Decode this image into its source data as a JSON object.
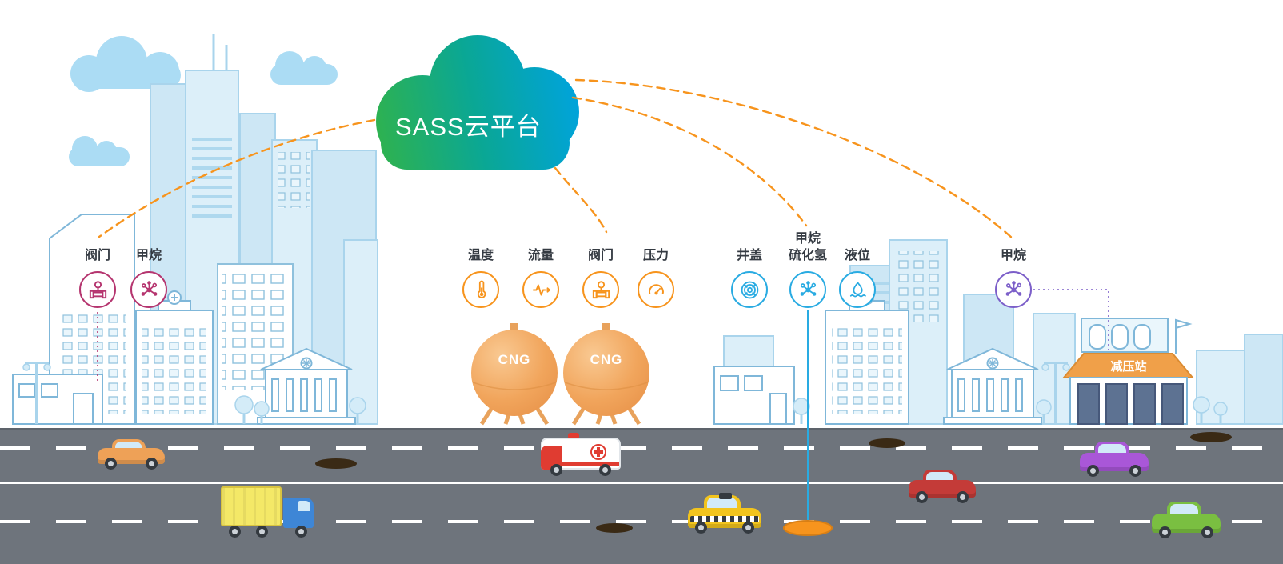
{
  "cloud": {
    "label": "SASS云平台",
    "gradient": [
      "#2fb24e",
      "#00a3dc"
    ]
  },
  "groups": {
    "city": {
      "color": "#b5356f",
      "sensors": [
        {
          "label": "阀门",
          "icon": "valve-icon"
        },
        {
          "label": "甲烷",
          "icon": "molecule-icon"
        }
      ]
    },
    "cng": {
      "color": "#f7941d",
      "sensors": [
        {
          "label": "温度",
          "icon": "thermometer-icon"
        },
        {
          "label": "流量",
          "icon": "flow-icon"
        },
        {
          "label": "阀门",
          "icon": "valve-icon"
        },
        {
          "label": "压力",
          "icon": "gauge-icon"
        }
      ]
    },
    "pipeline": {
      "color": "#29abe2",
      "sensors": [
        {
          "label": "井盖",
          "icon": "manhole-cover-icon"
        },
        {
          "label": "甲烷\n硫化氢",
          "icon": "molecule-icon"
        },
        {
          "label": "液位",
          "icon": "liquid-level-icon"
        }
      ]
    },
    "station": {
      "color": "#7c5fc9",
      "sensors": [
        {
          "label": "甲烷",
          "icon": "molecule-icon"
        }
      ]
    }
  },
  "tanks": {
    "left_label": "CNG",
    "right_label": "CNG"
  },
  "station_label": "减压站",
  "road": {
    "surface_color": "#6e747c",
    "marking_color": "#ffffff"
  },
  "vehicles": [
    {
      "type": "car",
      "color": "#eea157"
    },
    {
      "type": "truck",
      "color": "#f4e867"
    },
    {
      "type": "ambulance",
      "color": "#e03c31"
    },
    {
      "type": "taxi",
      "color": "#f2c41d"
    },
    {
      "type": "car",
      "color": "#c43b38"
    },
    {
      "type": "car",
      "color": "#a957d8"
    },
    {
      "type": "car",
      "color": "#7abf41"
    }
  ]
}
